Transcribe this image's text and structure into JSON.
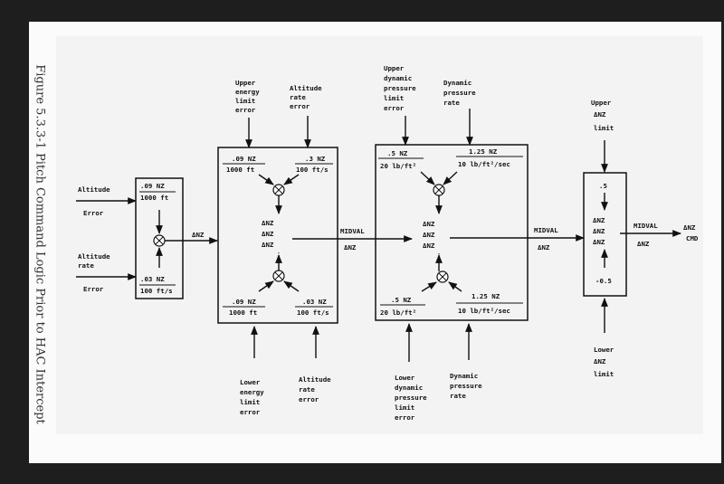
{
  "figure": {
    "caption": "Figure 5.3.3-1 Pitch Command Logic Prior to HAC Intercept"
  },
  "inputs": {
    "altitude": "Altitude",
    "altitude_error": "Error",
    "altitude_rate": "Altitude",
    "altitude_rate_2": "rate",
    "altitude_rate_error": "Error"
  },
  "box1": {
    "top_gain_num": ".09 NZ",
    "top_gain_den": "1000 ft",
    "bottom_gain_num": ".03 NZ",
    "bottom_gain_den": "100 ft/s",
    "output": "ΔNZ"
  },
  "box2": {
    "upper_energy": [
      "Upper",
      "energy",
      "limit",
      "error"
    ],
    "upper_alt_rate": [
      "Altitude",
      "rate",
      "error"
    ],
    "top_left_num": ".09 NZ",
    "top_left_den": "1000 ft",
    "top_right_num": ".3 NZ",
    "top_right_den": "100 ft/s",
    "midval": [
      "ΔNZ",
      "ΔNZ",
      "ΔNZ"
    ],
    "bottom_left_num": ".09 NZ",
    "bottom_left_den": "1000 ft",
    "bottom_right_num": ".03 NZ",
    "bottom_right_den": "100 ft/s",
    "lower_energy": [
      "Lower",
      "energy",
      "limit",
      "error"
    ],
    "lower_alt_rate": [
      "Altitude",
      "rate",
      "error"
    ],
    "out_top": "MIDVAL",
    "out_bottom": "ΔNZ"
  },
  "box3": {
    "upper_dyn": [
      "Upper",
      "dynamic",
      "pressure",
      "limit",
      "error"
    ],
    "upper_dyn_rate": [
      "Dynamic",
      "pressure",
      "rate"
    ],
    "top_left_num": ".5 NZ",
    "top_left_den": "20 lb/ft²",
    "top_right_num": "1.25 NZ",
    "top_right_den": "10 lb/ft²/sec",
    "midval": [
      "ΔNZ",
      "ΔNZ",
      "ΔNZ"
    ],
    "bottom_left_num": ".5 NZ",
    "bottom_left_den": "20 lb/ft²",
    "bottom_right_num": "1.25 NZ",
    "bottom_right_den": "10 lb/ft²/sec",
    "lower_dyn": [
      "Lower",
      "dynamic",
      "pressure",
      "limit",
      "error"
    ],
    "lower_dyn_rate": [
      "Dynamic",
      "pressure",
      "rate"
    ],
    "out_top": "MIDVAL",
    "out_bottom": "ΔNZ"
  },
  "box4": {
    "upper": [
      "Upper",
      "ΔNZ",
      "limit"
    ],
    "top_val": ".5",
    "midval": [
      "ΔNZ",
      "ΔNZ",
      "ΔNZ"
    ],
    "bottom_val": "-0.5",
    "lower": [
      "Lower",
      "ΔNZ",
      "limit"
    ],
    "out_top": "MIDVAL",
    "out_bottom": "ΔNZ",
    "cmd": [
      "ΔNZ",
      "CMD"
    ]
  }
}
